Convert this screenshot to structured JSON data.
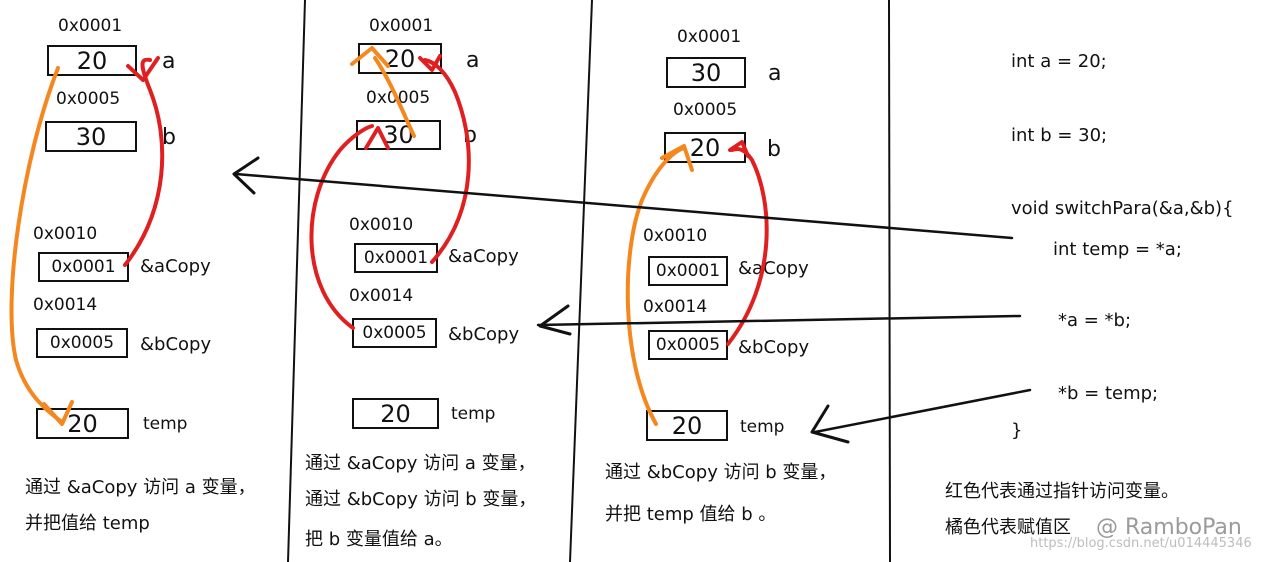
{
  "panel1": {
    "a_addr": "0x0001",
    "a_val": "20",
    "a_name": "a",
    "b_addr": "0x0005",
    "b_val": "30",
    "b_name": "b",
    "acopy_addr": "0x0010",
    "acopy_val": "0x0001",
    "acopy_name": "&aCopy",
    "bcopy_addr": "0x0014",
    "bcopy_val": "0x0005",
    "bcopy_name": "&bCopy",
    "temp_val": "20",
    "temp_name": "temp",
    "caption_line1": "通过 &aCopy 访问 a 变量，",
    "caption_line2": "并把值给 temp"
  },
  "panel2": {
    "a_addr": "0x0001",
    "a_val": "20",
    "a_name": "a",
    "b_addr": "0x0005",
    "b_val": "30",
    "b_name": "b",
    "acopy_addr": "0x0010",
    "acopy_val": "0x0001",
    "acopy_name": "&aCopy",
    "bcopy_addr": "0x0014",
    "bcopy_val": "0x0005",
    "bcopy_name": "&bCopy",
    "temp_val": "20",
    "temp_name": "temp",
    "caption_line1": "通过 &aCopy 访问 a 变量，",
    "caption_line2": "通过 &bCopy 访问 b 变量，",
    "caption_line3": "把  b 变量值给 a。"
  },
  "panel3": {
    "a_addr": "0x0001",
    "a_val": "30",
    "a_name": "a",
    "b_addr": "0x0005",
    "b_val": "20",
    "b_name": "b",
    "acopy_addr": "0x0010",
    "acopy_val": "0x0001",
    "acopy_name": "&aCopy",
    "bcopy_addr": "0x0014",
    "bcopy_val": "0x0005",
    "bcopy_name": "&bCopy",
    "temp_val": "20",
    "temp_name": "temp",
    "caption_line1": "通过 &bCopy 访问 b 变量，",
    "caption_line2": "并把 temp 值给 b 。"
  },
  "code": {
    "line1": "int a = 20;",
    "line2": "int b = 30;",
    "line3": "void switchPara(&a,&b){",
    "line4": "int temp = *a;",
    "line5": "*a = *b;",
    "line6": "*b = temp;",
    "line7": "}"
  },
  "legend": {
    "line1": "红色代表通过指针访问变量。",
    "line2": "橘色代表赋值区"
  },
  "watermark": {
    "text": "@ RamboPan",
    "url": "https://blog.csdn.net/u014445346"
  },
  "colors": {
    "red": "#e02020",
    "orange": "#f5871f",
    "ink": "#111111"
  }
}
